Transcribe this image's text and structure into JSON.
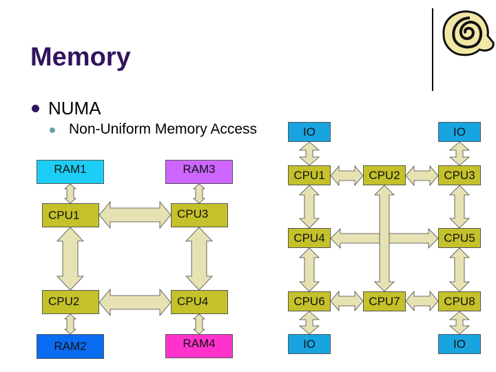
{
  "slide": {
    "title": "Memory",
    "bullets": [
      {
        "level": 1,
        "text": "NUMA"
      },
      {
        "level": 2,
        "text": "Non-Uniform Memory Access"
      }
    ],
    "logo_icon": "scroll-icon"
  },
  "colors": {
    "title": "#33145e",
    "cpu": "#c4c12a",
    "io": "#18a4e0",
    "arrow_fill": "#e6e2b4",
    "ram1": "#1ccdf5",
    "ram2": "#0a6cf0",
    "ram3": "#cc66ff",
    "ram4": "#ff33cc"
  },
  "left_diagram": {
    "nodes": {
      "ram1": "RAM1",
      "ram2": "RAM2",
      "ram3": "RAM3",
      "ram4": "RAM4",
      "cpu1": "CPU1",
      "cpu2": "CPU2",
      "cpu3": "CPU3",
      "cpu4": "CPU4"
    },
    "links": [
      [
        "ram1",
        "cpu1"
      ],
      [
        "ram3",
        "cpu3"
      ],
      [
        "cpu1",
        "cpu3"
      ],
      [
        "cpu1",
        "cpu2"
      ],
      [
        "cpu3",
        "cpu4"
      ],
      [
        "cpu2",
        "cpu4"
      ],
      [
        "cpu2",
        "ram2"
      ],
      [
        "cpu4",
        "ram4"
      ]
    ]
  },
  "right_diagram": {
    "nodes": {
      "io_tl": "IO",
      "io_tr": "IO",
      "io_bl": "IO",
      "io_br": "IO",
      "cpu1": "CPU1",
      "cpu2": "CPU2",
      "cpu3": "CPU3",
      "cpu4": "CPU4",
      "cpu5": "CPU5",
      "cpu6": "CPU6",
      "cpu7": "CPU7",
      "cpu8": "CPU8"
    },
    "links": [
      [
        "io_tl",
        "cpu1"
      ],
      [
        "io_tr",
        "cpu3"
      ],
      [
        "cpu1",
        "cpu2"
      ],
      [
        "cpu2",
        "cpu3"
      ],
      [
        "cpu1",
        "cpu4"
      ],
      [
        "cpu3",
        "cpu5"
      ],
      [
        "cpu4",
        "cpu5"
      ],
      [
        "cpu2",
        "cpu7"
      ],
      [
        "cpu4",
        "cpu6"
      ],
      [
        "cpu5",
        "cpu8"
      ],
      [
        "cpu6",
        "cpu7"
      ],
      [
        "cpu7",
        "cpu8"
      ],
      [
        "cpu6",
        "io_bl"
      ],
      [
        "cpu8",
        "io_br"
      ]
    ]
  }
}
